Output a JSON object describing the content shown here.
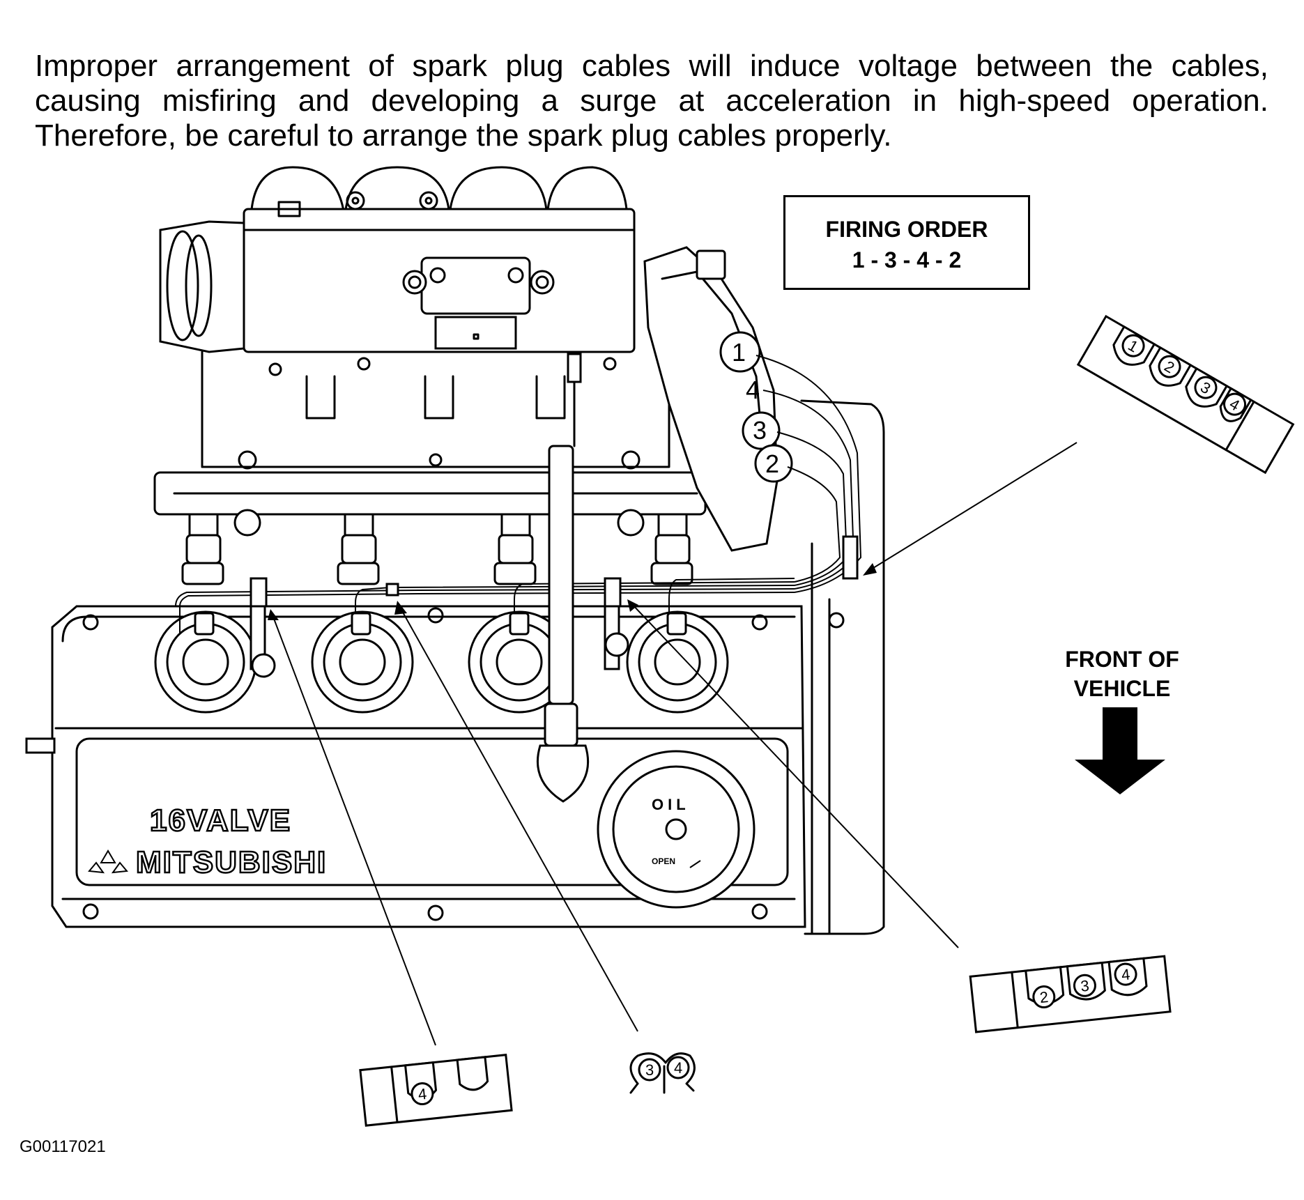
{
  "caution_lines": [
    "Improper arrangement of spark plug cables will induce voltage between the cables,",
    "causing misfiring and developing a surge at acceleration in high-speed operation.",
    "Therefore, be careful to arrange the spark plug cables properly."
  ],
  "firing_order": {
    "title": "FIRING ORDER",
    "sequence": "1 - 3 - 4 - 2"
  },
  "direction": {
    "line1": "FRONT OF",
    "line2": "VEHICLE",
    "arrow": "down-arrow"
  },
  "engine": {
    "badge_line1": "16VALVE",
    "badge_line2": "MITSUBISHI",
    "oil_cap_label": "OIL",
    "oil_cap_open": "OPEN"
  },
  "distributor_labels": [
    "1",
    "4",
    "3",
    "2"
  ],
  "clamps": {
    "right_upper": [
      "1",
      "2",
      "3",
      "4"
    ],
    "right_lower": [
      "2",
      "3",
      "4"
    ],
    "bottom_left": [
      "4"
    ],
    "bottom_middle": [
      "3",
      "4"
    ]
  },
  "figure_code": "G00117021"
}
